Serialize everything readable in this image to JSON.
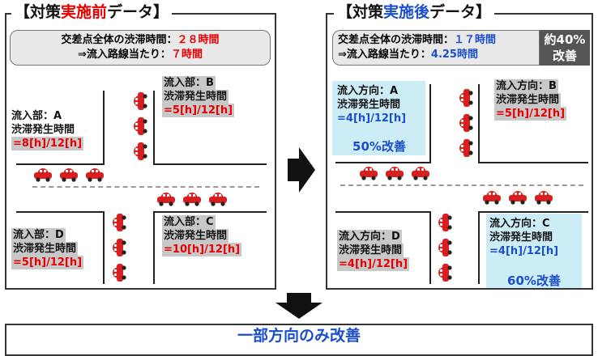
{
  "before": {
    "title_open": "【対策",
    "title_accent": "実施前",
    "title_close": "データ】",
    "summary_total_label": "交差点全体の渋滞時間：",
    "summary_total_value": "２８時間",
    "summary_per_label": "⇒流入路線当たり：",
    "summary_per_value": "７時間",
    "a_head": "流入部：A",
    "a_sub": "渋滞発生時間",
    "a_value": "=8[h]/12[h]",
    "b_head": "流入部：B",
    "b_sub": "渋滞発生時間",
    "b_value": "=5[h]/12[h]",
    "c_head": "流入部：C",
    "c_sub": "渋滞発生時間",
    "c_value": "=10[h]/12[h]",
    "d_head": "流入部：D",
    "d_sub": "渋滞発生時間",
    "d_value": "=5[h]/12[h]"
  },
  "after": {
    "title_open": "【対策",
    "title_accent": "実施後",
    "title_close": "データ】",
    "summary_total_label": "交差点全体の渋滞時間：",
    "summary_total_value": "１７時間",
    "summary_per_label": "⇒流入路線当たり：",
    "summary_per_value": "4.25時間",
    "badge_line1": "約40%",
    "badge_line2": "改善",
    "a_head": "流入方向：A",
    "a_sub": "渋滞発生時間",
    "a_value": "=4[h]/12[h]",
    "a_improve": "50%改善",
    "b_head": "流入方向：B",
    "b_sub": "渋滞発生時間",
    "b_value": "=5[h]/12[h]",
    "c_head": "流入方向：C",
    "c_sub": "渋滞発生時間",
    "c_value": "=4[h]/12[h]",
    "c_improve": "60%改善",
    "d_head": "流入方向：D",
    "d_sub": "渋滞発生時間",
    "d_value": "=4[h]/12[h]"
  },
  "conclusion": "一部方向のみ改善",
  "colors": {
    "accent_red": "#e60000",
    "accent_blue": "#1a4fc9",
    "car_red": "#d81e1e"
  }
}
